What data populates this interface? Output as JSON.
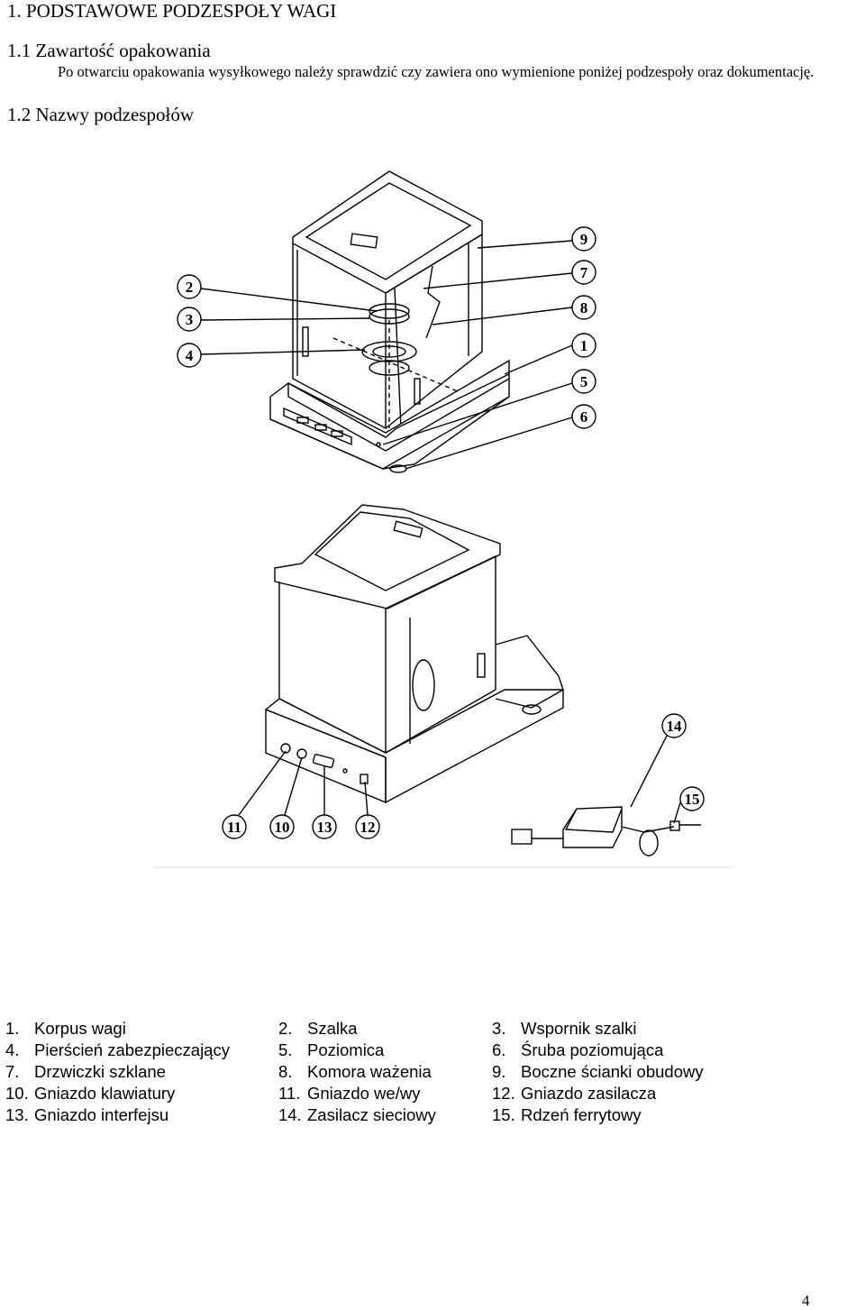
{
  "heading": "1.   PODSTAWOWE PODZESPOŁY WAGI",
  "section_1_1": {
    "title": "1.1 Zawartość opakowania",
    "text": "Po otwarciu opakowania wysyłkowego należy sprawdzić czy zawiera ono wymienione poniżej podzespoły oraz dokumentację."
  },
  "section_1_2": {
    "title": "1.2 Nazwy podzespołów"
  },
  "figure": {
    "callouts_top": [
      "2",
      "3",
      "4",
      "9",
      "7",
      "8",
      "1",
      "5",
      "6"
    ],
    "callouts_bottom": [
      "11",
      "10",
      "13",
      "12",
      "14",
      "15"
    ]
  },
  "parts": {
    "col1": [
      {
        "num": "1.",
        "name": "Korpus wagi"
      },
      {
        "num": "4.",
        "name": "Pierścień zabezpieczający"
      },
      {
        "num": "7.",
        "name": "Drzwiczki szklane"
      },
      {
        "num": "10.",
        "name": "Gniazdo klawiatury"
      },
      {
        "num": "13.",
        "name": "Gniazdo interfejsu"
      }
    ],
    "col2": [
      {
        "num": "2.",
        "name": "Szalka"
      },
      {
        "num": "5.",
        "name": "Poziomica"
      },
      {
        "num": "8.",
        "name": "Komora ważenia"
      },
      {
        "num": "11.",
        "name": "Gniazdo we/wy"
      },
      {
        "num": "14.",
        "name": "Zasilacz sieciowy"
      }
    ],
    "col3": [
      {
        "num": "3.",
        "name": "Wspornik szalki"
      },
      {
        "num": "6.",
        "name": "Śruba poziomująca"
      },
      {
        "num": "9.",
        "name": "Boczne ścianki obudowy"
      },
      {
        "num": "12.",
        "name": "Gniazdo zasilacza"
      },
      {
        "num": "15.",
        "name": "Rdzeń ferrytowy"
      }
    ]
  },
  "page_number": "4"
}
